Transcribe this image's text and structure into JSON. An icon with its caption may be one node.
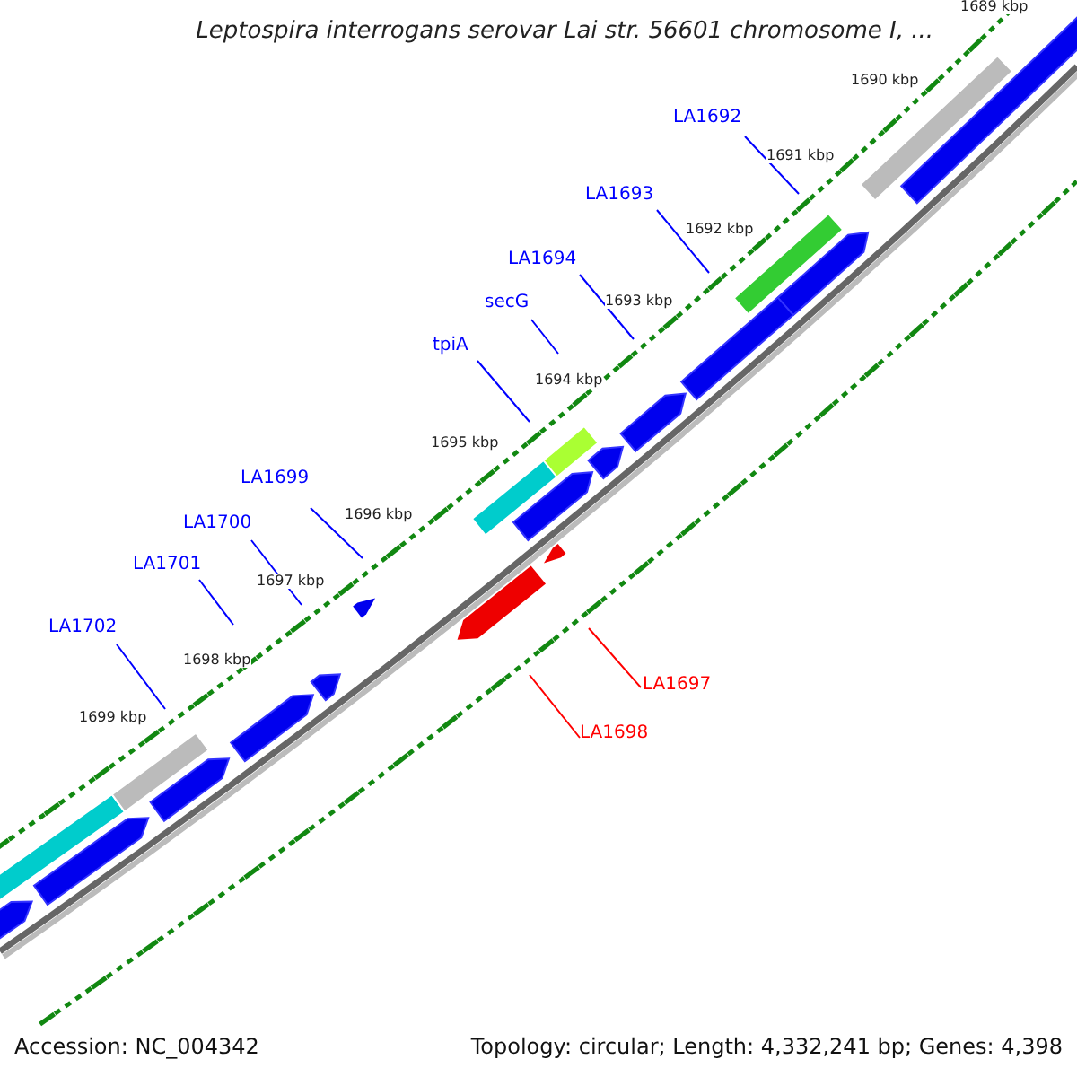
{
  "diagram": {
    "title": "Leptospira interrogans serovar Lai str. 56601 chromosome I, ...",
    "nodes": [
      {
        "text": [
          "LA1692"
        ]
      },
      {
        "text": [
          "LA1693"
        ]
      },
      {
        "text": [
          "LA1694"
        ]
      },
      {
        "text": [
          "secG"
        ]
      },
      {
        "text": [
          "tpiA"
        ]
      },
      {
        "text": [
          "LA1699"
        ]
      },
      {
        "text": [
          "LA1700"
        ]
      },
      {
        "text": [
          "LA1701"
        ]
      },
      {
        "text": [
          "LA1702"
        ]
      },
      {
        "text": [
          "LA1697"
        ]
      },
      {
        "text": [
          "LA1698"
        ]
      }
    ],
    "edges": [
      {
        "from": 0,
        "to": null,
        "arrow": "none"
      },
      {
        "from": 1,
        "to": null,
        "arrow": "none"
      },
      {
        "from": 2,
        "to": null,
        "arrow": "none"
      },
      {
        "from": 3,
        "to": null,
        "arrow": "none"
      },
      {
        "from": 4,
        "to": null,
        "arrow": "none"
      },
      {
        "from": 5,
        "to": null,
        "arrow": "none"
      },
      {
        "from": 6,
        "to": null,
        "arrow": "none"
      },
      {
        "from": 7,
        "to": null,
        "arrow": "none"
      },
      {
        "from": 8,
        "to": null,
        "arrow": "none"
      },
      {
        "from": 9,
        "to": null,
        "arrow": "none",
        "color": "#ff0000"
      },
      {
        "from": 10,
        "to": null,
        "arrow": "none",
        "color": "#ff0000"
      }
    ],
    "labels": [
      "1689 kbp",
      "1690 kbp",
      "1691 kbp",
      "1692 kbp",
      "1693 kbp",
      "1694 kbp",
      "1695 kbp",
      "1696 kbp",
      "1697 kbp",
      "1698 kbp",
      "1699 kbp",
      "Accession: NC_004342",
      "Topology: circular; Length: 4,332,241 bp; Genes: 4,398"
    ]
  }
}
